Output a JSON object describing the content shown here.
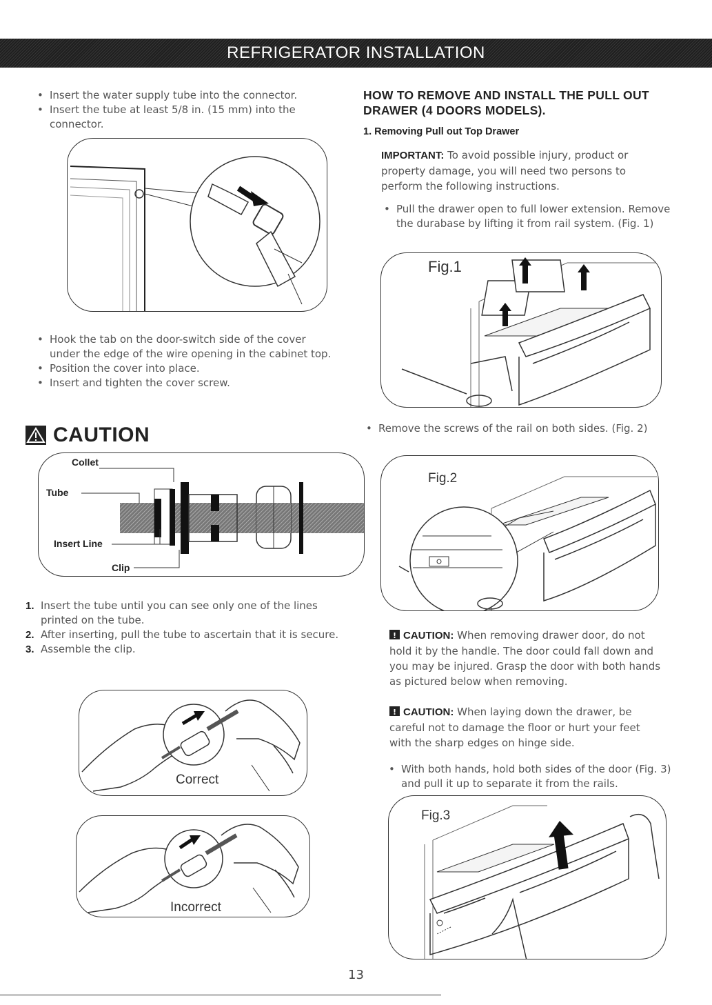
{
  "header": {
    "title": "REFRIGERATOR INSTALLATION"
  },
  "left": {
    "bullets_top": [
      "Insert the water supply tube into the connector.",
      "Insert the tube at least 5/8 in. (15 mm) into the connector."
    ],
    "bullets_mid": [
      "Hook the tab on the door-switch side of the cover under the edge of the wire opening in the cabinet top.",
      "Position the cover into place.",
      "Insert and tighten the cover screw."
    ],
    "caution_heading": "CAUTION",
    "diagram_labels": {
      "collet": "Collet",
      "tube": "Tube",
      "insert_line": "Insert Line",
      "clip": "Clip"
    },
    "steps": [
      {
        "n": "1.",
        "text": "Insert the tube until you can see only one of the lines printed on the tube."
      },
      {
        "n": "2.",
        "text": "After inserting, pull the tube to ascertain that it is secure."
      },
      {
        "n": "3.",
        "text": "Assemble the clip."
      }
    ],
    "correct_caption": "Correct",
    "incorrect_caption": "Incorrect"
  },
  "right": {
    "heading": "HOW TO REMOVE AND INSTALL THE PULL OUT DRAWER (4 DOORS MODELS).",
    "subheading": "1. Removing Pull out Top Drawer",
    "important_label": "IMPORTANT:",
    "important_text": "To avoid possible injury, product or property damage, you will need two persons to perform the following instructions.",
    "bullet1": "Pull the drawer open to full lower extension. Remove the durabase by lifting it from rail system. (Fig. 1)",
    "fig1": "Fig.1",
    "bullet2": "Remove the screws of the rail on both sides. (Fig. 2)",
    "fig2": "Fig.2",
    "caution1_label": "CAUTION:",
    "caution1_text": "When removing drawer door, do not hold it by the handle. The door could fall down and you may be injured. Grasp the door with both hands as pictured below when removing.",
    "caution2_label": "CAUTION:",
    "caution2_text": "When laying down the drawer, be careful not to damage the floor or hurt your feet with the sharp edges on hinge side.",
    "bullet3": "With both hands, hold both sides of the door (Fig. 3) and pull it up to separate it from the rails.",
    "fig3": "Fig.3"
  },
  "footer": {
    "page_number": "13"
  }
}
